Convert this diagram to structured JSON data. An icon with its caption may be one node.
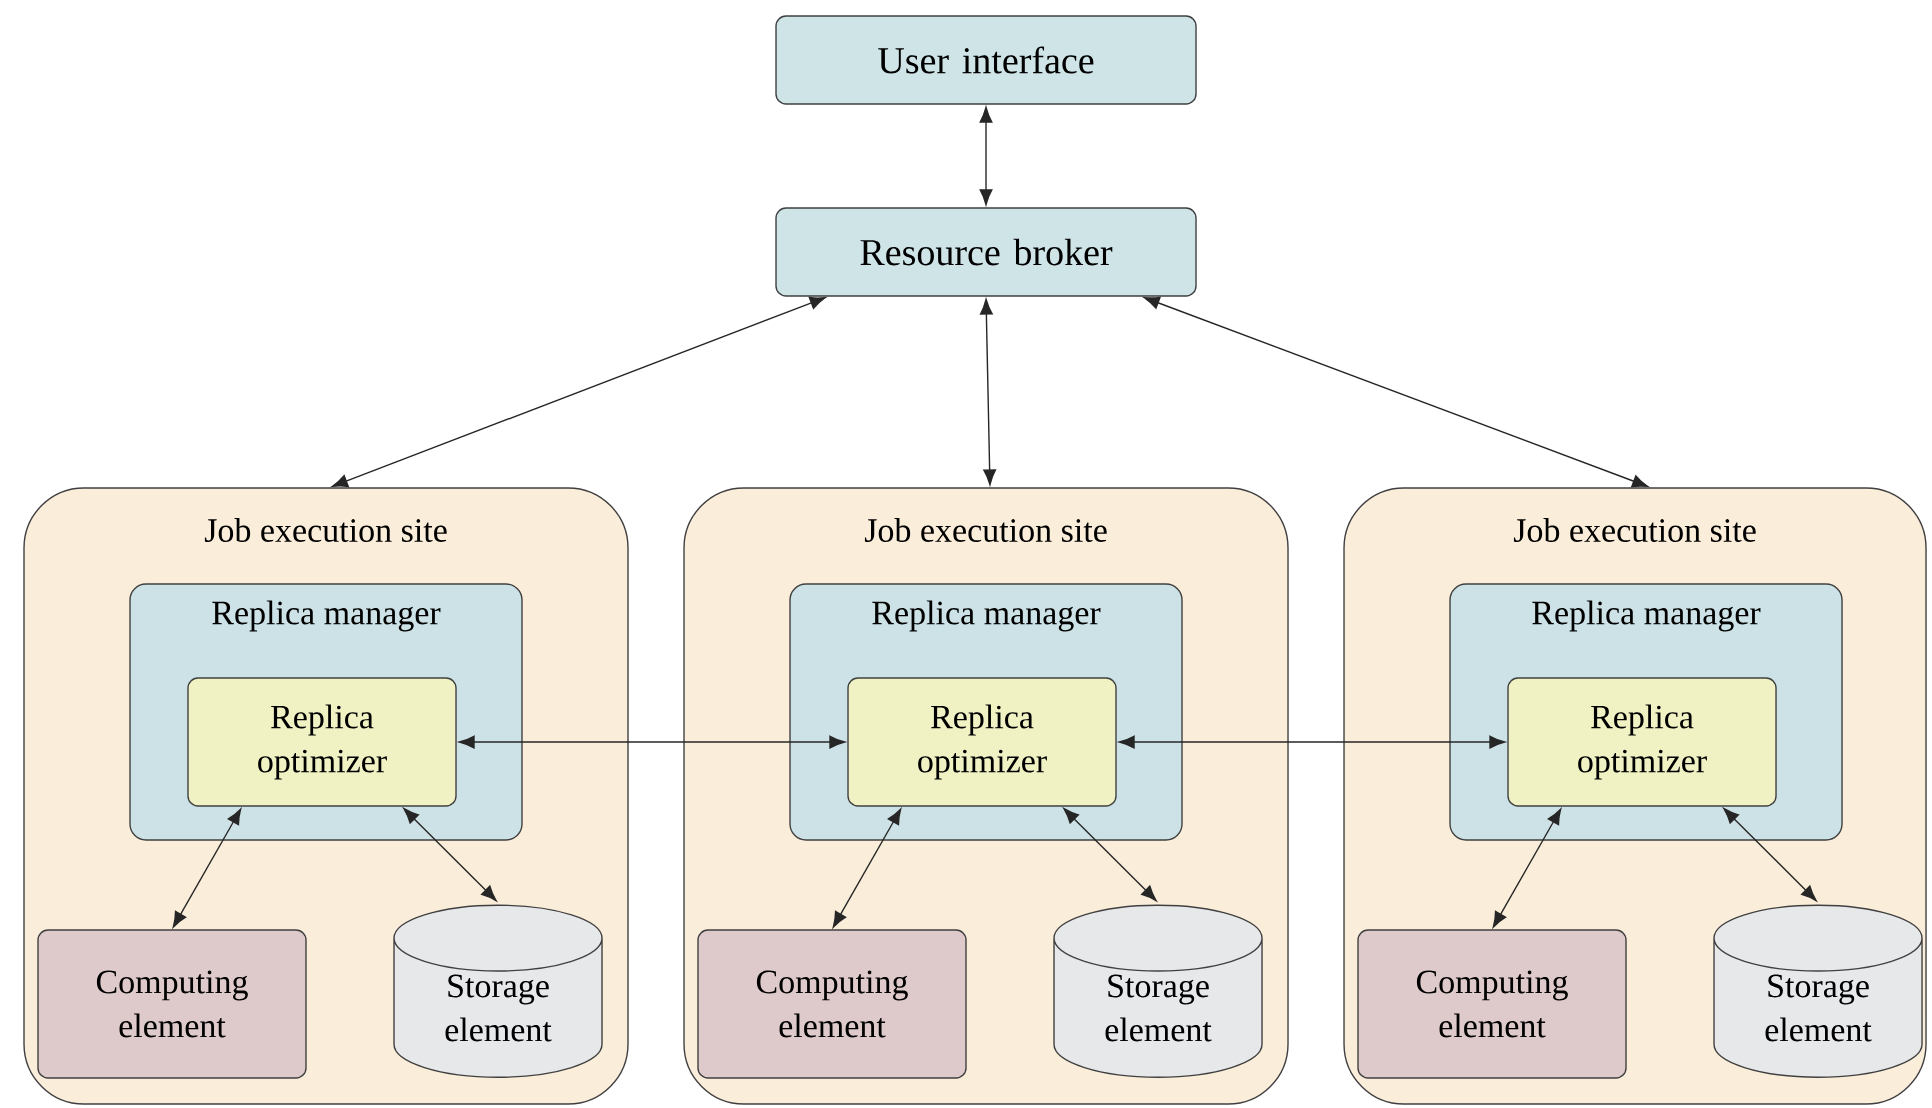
{
  "diagram": {
    "nodes": [
      {
        "text": [
          "User interface"
        ]
      },
      {
        "text": [
          "Resource broker"
        ]
      },
      {
        "text": [
          "Job execution site"
        ]
      },
      {
        "text": [
          "Replica manager"
        ],
        "in": 2
      },
      {
        "text": [
          "Replica optimizer"
        ],
        "in": 3
      },
      {
        "text": [
          "Computing element"
        ],
        "in": 2
      },
      {
        "text": [
          "Storage element"
        ],
        "in": 2
      },
      {
        "text": [
          "Job execution site"
        ]
      },
      {
        "text": [
          "Replica manager"
        ],
        "in": 7
      },
      {
        "text": [
          "Replica optimizer"
        ],
        "in": 8
      },
      {
        "text": [
          "Computing element"
        ],
        "in": 7
      },
      {
        "text": [
          "Storage element"
        ],
        "in": 7
      },
      {
        "text": [
          "Job execution site"
        ]
      },
      {
        "text": [
          "Replica manager"
        ],
        "in": 12
      },
      {
        "text": [
          "Replica optimizer"
        ],
        "in": 13
      },
      {
        "text": [
          "Computing element"
        ],
        "in": 12
      },
      {
        "text": [
          "Storage element"
        ],
        "in": 12
      }
    ],
    "edges": [
      {
        "from": 0,
        "to": 1,
        "arrow": "both"
      },
      {
        "from": 1,
        "to": 2,
        "arrow": "both"
      },
      {
        "from": 1,
        "to": 7,
        "arrow": "both"
      },
      {
        "from": 1,
        "to": 12,
        "arrow": "both"
      },
      {
        "from": 4,
        "to": 9,
        "arrow": "both"
      },
      {
        "from": 9,
        "to": 14,
        "arrow": "both"
      },
      {
        "from": 4,
        "to": 5,
        "arrow": "both"
      },
      {
        "from": 4,
        "to": 6,
        "arrow": "both"
      },
      {
        "from": 9,
        "to": 10,
        "arrow": "both"
      },
      {
        "from": 9,
        "to": 11,
        "arrow": "both"
      },
      {
        "from": 14,
        "to": 15,
        "arrow": "both"
      },
      {
        "from": 14,
        "to": 16,
        "arrow": "both"
      }
    ]
  }
}
